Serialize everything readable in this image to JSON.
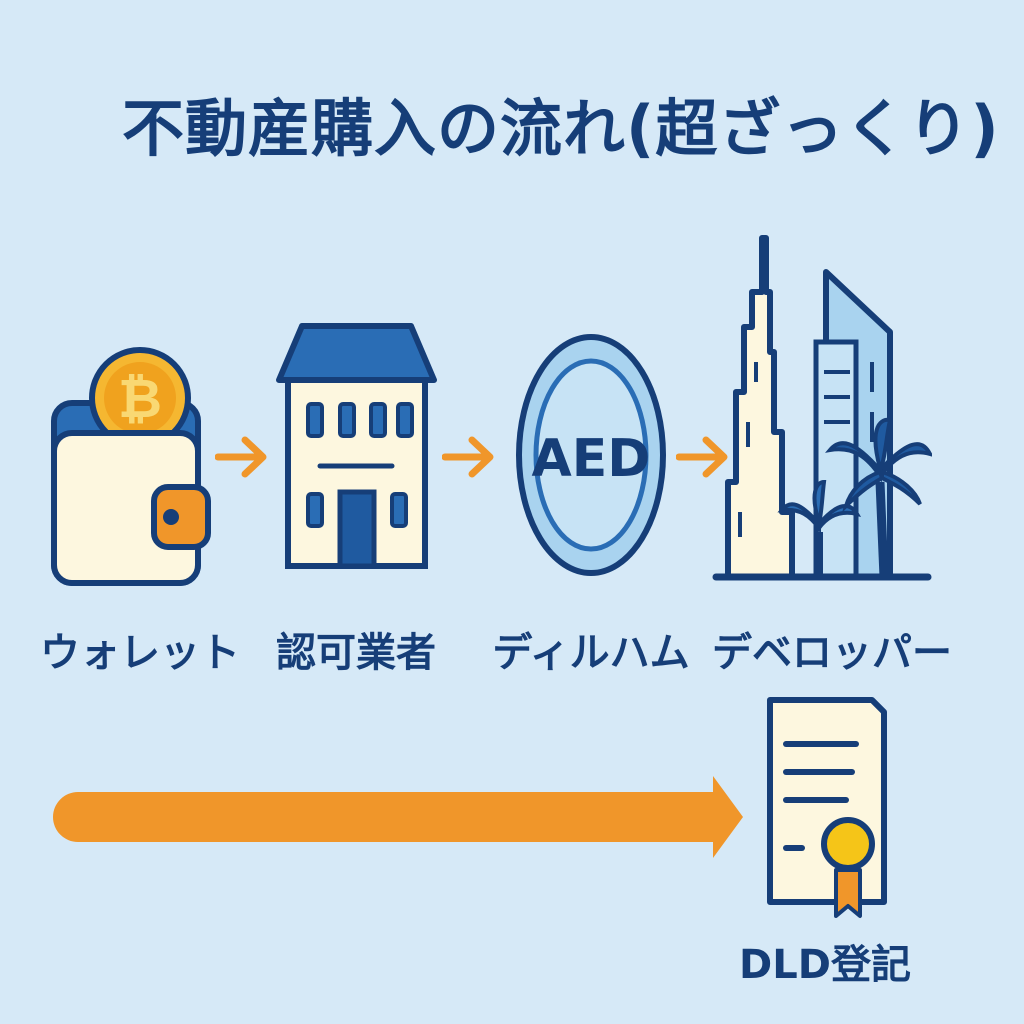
{
  "title": "不動産購入の流れ(超ざっくり)",
  "steps": [
    {
      "label": "ウォレット",
      "icon": "wallet-bitcoin-icon"
    },
    {
      "label": "認可業者",
      "icon": "building-icon"
    },
    {
      "label": "ディルハム",
      "icon": "aed-coin-icon"
    },
    {
      "label": "デベロッパー",
      "icon": "city-skyline-icon"
    }
  ],
  "coin_symbol": "₿",
  "aed_text": "AED",
  "final_step": {
    "label": "DLD登記",
    "icon": "certificate-icon"
  },
  "colors": {
    "background": "#d6e9f7",
    "navy": "#163e78",
    "orange": "#f0962a",
    "cream": "#fdf7df",
    "light_blue": "#a9d3ef"
  }
}
